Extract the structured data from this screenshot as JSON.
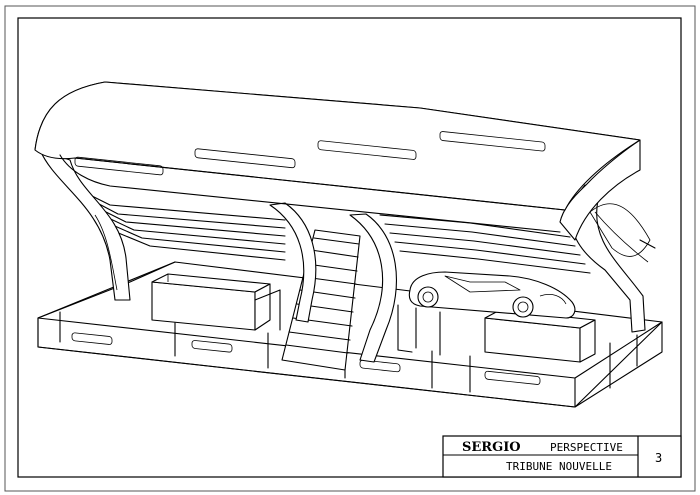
{
  "title_block": {
    "author": "SERGIO",
    "view": "PERSPECTIVE",
    "project": "TRIBUNE NOUVELLE",
    "sheet_number": "3"
  },
  "drawing": {
    "subject": "tribune",
    "icons": [
      "roof-canopy",
      "stairs",
      "car",
      "benches",
      "base-platform"
    ]
  }
}
